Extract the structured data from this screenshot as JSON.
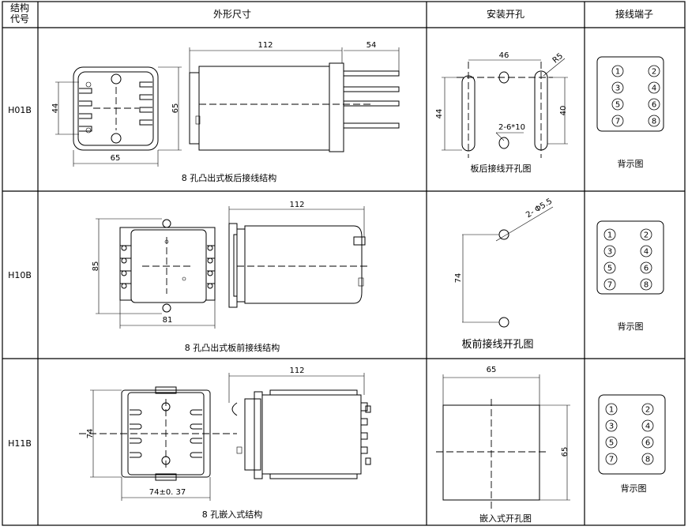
{
  "headers": {
    "code": "结构\n代号",
    "outline": "外形尺寸",
    "mounting": "安装开孔",
    "terminals": "接线端子"
  },
  "rows": [
    {
      "code": "H01B",
      "outline_caption": "8 孔凸出式板后接线结构",
      "mount_caption": "板后接线开孔图",
      "terminal_caption": "背示图",
      "dims": {
        "front_h": "44",
        "front_h2": "65",
        "front_w": "65",
        "side_len": "112",
        "side_pins": "54"
      },
      "mount_dims": {
        "spacing": "46",
        "slot_r": "R5",
        "height": "44",
        "height2": "40",
        "holes": "2-6*10"
      }
    },
    {
      "code": "H10B",
      "outline_caption": "8 孔凸出式板前接线结构",
      "mount_caption": "板前接线开孔图",
      "terminal_caption": "背示图",
      "dims": {
        "front_h": "85",
        "front_w": "81",
        "side_len": "112"
      },
      "mount_dims": {
        "holes": "2- Φ5.5",
        "height": "74"
      }
    },
    {
      "code": "H11B",
      "outline_caption": "8 孔嵌入式结构",
      "mount_caption": "嵌入式开孔图",
      "terminal_caption": "背示图",
      "dims": {
        "front_h": "74",
        "front_w": "74±0. 37",
        "side_len": "112"
      },
      "mount_dims": {
        "width": "65",
        "height": "65"
      }
    }
  ],
  "terminal_labels": [
    "1",
    "2",
    "3",
    "4",
    "5",
    "6",
    "7",
    "8"
  ]
}
